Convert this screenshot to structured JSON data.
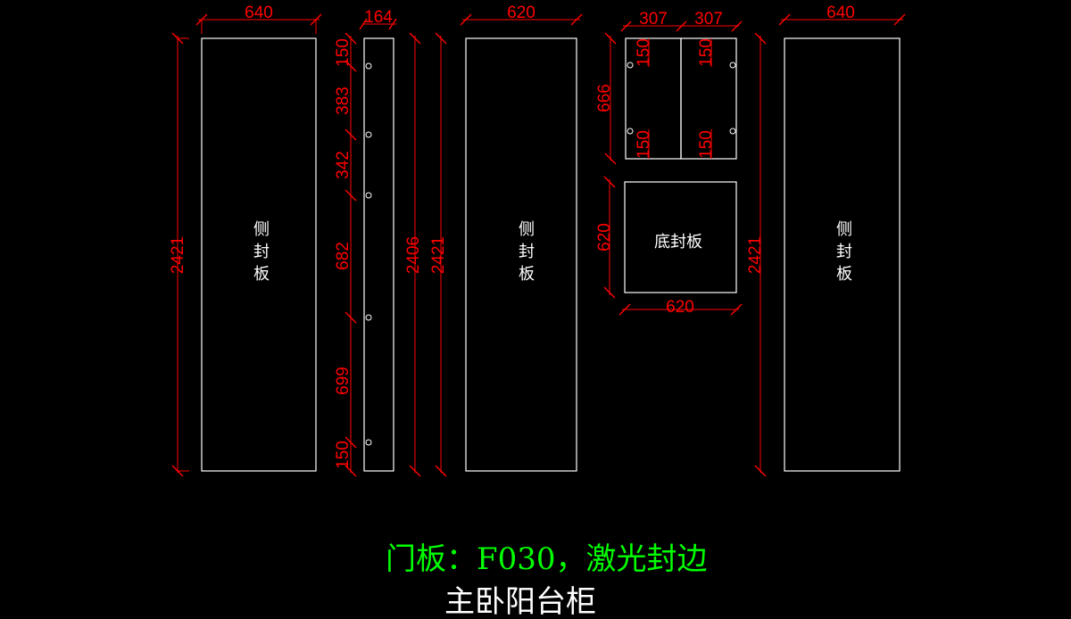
{
  "drawing": {
    "material_note": "门板：F030，激光封边",
    "title": "主卧阳台柜",
    "colors": {
      "background": "#000000",
      "panel": "#ffffff",
      "dimension": "#ff0000",
      "note": "#00ff00"
    },
    "panels": {
      "side1": {
        "label": "侧\n封\n板",
        "label_lines": [
          "侧",
          "封",
          "板"
        ],
        "width": "640",
        "height": "2421"
      },
      "strip": {
        "width": "164",
        "height": "2406",
        "overall_height": "2421",
        "hole_spacing": [
          "150",
          "383",
          "342",
          "682",
          "699",
          "150"
        ]
      },
      "side2": {
        "label_lines": [
          "侧",
          "封",
          "板"
        ],
        "width": "620",
        "height": "2421"
      },
      "doors": {
        "widths": [
          "307",
          "307"
        ],
        "height": "666",
        "hinge_offsets": [
          "150",
          "150",
          "150",
          "150"
        ]
      },
      "bottom": {
        "label": "底封板",
        "width": "620",
        "height": "620"
      },
      "side3": {
        "label_lines": [
          "侧",
          "封",
          "板"
        ],
        "width": "640",
        "height": "2421"
      }
    }
  }
}
